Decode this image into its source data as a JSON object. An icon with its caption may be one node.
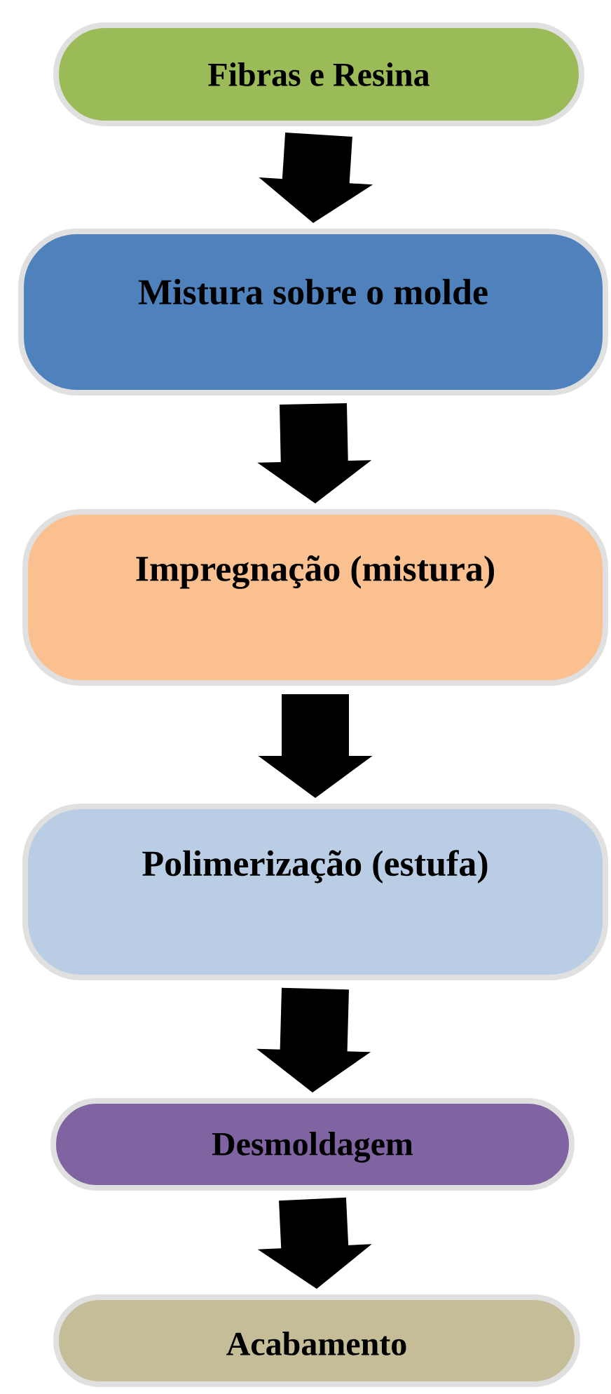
{
  "diagram": {
    "nodes": [
      {
        "text": [
          "Fibras e Resina"
        ]
      },
      {
        "text": [
          "Mistura sobre o molde"
        ]
      },
      {
        "text": [
          "Impregnação (mistura)"
        ]
      },
      {
        "text": [
          "Polimerização (estufa)"
        ]
      },
      {
        "text": [
          "Desmoldagem"
        ]
      },
      {
        "text": [
          "Acabamento"
        ]
      }
    ],
    "edges": [
      {
        "from": 0,
        "to": 1,
        "arrow": "to"
      },
      {
        "from": 1,
        "to": 2,
        "arrow": "to"
      },
      {
        "from": 2,
        "to": 3,
        "arrow": "to"
      },
      {
        "from": 3,
        "to": 4,
        "arrow": "to"
      },
      {
        "from": 4,
        "to": 5,
        "arrow": "to"
      }
    ]
  }
}
